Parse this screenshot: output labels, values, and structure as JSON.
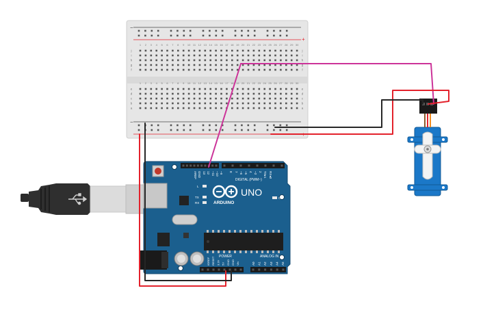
{
  "arduino": {
    "logo_text": "UNO",
    "brand": "ARDUINO",
    "digital_label": "DIGITAL (PWM~)",
    "analog_label": "ANALOG IN",
    "power_label": "POWER",
    "on_label": "ON",
    "led_l": "L",
    "led_tx": "TX",
    "led_rx": "RX",
    "top_pins": [
      "AREF",
      "GND",
      "13",
      "12",
      "~11",
      "~10",
      "~9",
      "8",
      "7",
      "~6",
      "~5",
      "4",
      "~3",
      "2",
      "TX▸1",
      "RX◂0"
    ],
    "power_pins": [
      "IOREF",
      "RESET",
      "3.3V",
      "5V",
      "GND",
      "GND",
      "Vin"
    ],
    "analog_pins": [
      "A0",
      "A1",
      "A2",
      "A3",
      "A4",
      "A5"
    ]
  },
  "breadboard": {
    "row_labels_top": [
      "j",
      "i",
      "h",
      "g",
      "f"
    ],
    "row_labels_bottom": [
      "e",
      "d",
      "c",
      "b",
      "a"
    ],
    "columns": [
      "1",
      "2",
      "3",
      "4",
      "5",
      "6",
      "7",
      "8",
      "9",
      "10",
      "11",
      "12",
      "13",
      "14",
      "15",
      "16",
      "17",
      "18",
      "19",
      "20",
      "21",
      "22",
      "23",
      "24",
      "25",
      "26",
      "27",
      "28",
      "29",
      "30"
    ],
    "plus": "+",
    "minus": "−"
  },
  "colors": {
    "arduino_blue": "#1b5f8e",
    "breadboard": "#e6e6e6",
    "wire_red": "#e3212b",
    "wire_black": "#262626",
    "wire_magenta": "#cc3399",
    "servo_blue": "#1b78c8"
  }
}
